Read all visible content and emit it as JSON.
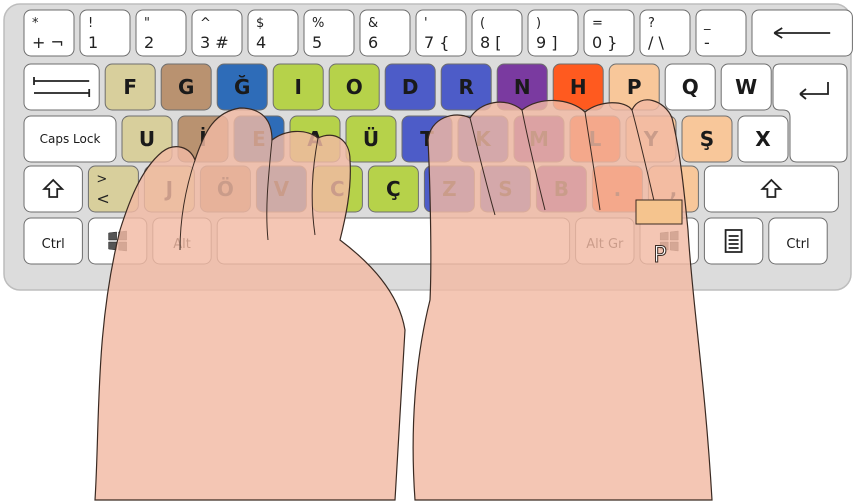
{
  "colors": {
    "board": "#dcdcdc",
    "key": "#ffffff",
    "key_border": "#6e6e6e",
    "skin": "#f2b9a3",
    "skin_outline": "#3a2a22"
  },
  "rows": [
    {
      "keys": [
        {
          "top": "*",
          "bottom": "+ ¬",
          "label": "",
          "w": 1
        },
        {
          "top": "!",
          "bottom": "1",
          "label": "",
          "w": 1
        },
        {
          "top": "\"",
          "bottom": "2",
          "label": "",
          "w": 1
        },
        {
          "top": "^",
          "bottom": "3 #",
          "label": "",
          "w": 1
        },
        {
          "top": "$",
          "bottom": "4",
          "label": "",
          "w": 1
        },
        {
          "top": "%",
          "bottom": "5",
          "label": "",
          "w": 1
        },
        {
          "top": "&",
          "bottom": "6",
          "label": "",
          "w": 1
        },
        {
          "top": "'",
          "bottom": "7 {",
          "label": "",
          "w": 1
        },
        {
          "top": "(",
          "bottom": "8 [",
          "label": "",
          "w": 1
        },
        {
          "top": ")",
          "bottom": "9 ]",
          "label": "",
          "w": 1
        },
        {
          "top": "=",
          "bottom": "0 }",
          "label": "",
          "w": 1
        },
        {
          "top": "?",
          "bottom": "/ \\",
          "label": "",
          "w": 1
        },
        {
          "top": "_",
          "bottom": "-",
          "label": "",
          "w": 1
        },
        {
          "icon": "backspace-icon",
          "label": "",
          "w": 1.9
        }
      ]
    },
    {
      "keys": [
        {
          "icon": "tab-icon",
          "label": "",
          "w": 1.45,
          "color": "#ffffff"
        },
        {
          "label": "F",
          "color": "#d8cf9c"
        },
        {
          "label": "G",
          "color": "#b99270"
        },
        {
          "label": "Ğ",
          "color": "#2e6cb8"
        },
        {
          "label": "I",
          "color": "#b6d24a"
        },
        {
          "label": "O",
          "color": "#b6d24a"
        },
        {
          "label": "D",
          "color": "#4d5cc8"
        },
        {
          "label": "R",
          "color": "#4d5cc8"
        },
        {
          "label": "N",
          "color": "#7a3aa0"
        },
        {
          "label": "H",
          "color": "#ff5a1f"
        },
        {
          "label": "P",
          "color": "#f8c79a"
        },
        {
          "label": "Q",
          "color": "#ffffff"
        },
        {
          "label": "W",
          "color": "#ffffff"
        }
      ]
    },
    {
      "keys": [
        {
          "label": "Caps Lock",
          "w": 1.75,
          "small": true
        },
        {
          "label": "U",
          "color": "#d8cf9c"
        },
        {
          "label": "İ",
          "color": "#b99270"
        },
        {
          "label": "E",
          "color": "#2e6cb8"
        },
        {
          "label": "A",
          "color": "#b6d24a"
        },
        {
          "label": "Ü",
          "color": "#b6d24a"
        },
        {
          "label": "T",
          "color": "#4d5cc8"
        },
        {
          "label": "K",
          "color": "#4d5cc8"
        },
        {
          "label": "M",
          "color": "#7a3aa0"
        },
        {
          "label": "L",
          "color": "#ff5a1f"
        },
        {
          "label": "Y",
          "color": "#f8c79a"
        },
        {
          "label": "Ş",
          "color": "#f8c79a"
        },
        {
          "label": "X",
          "color": "#ffffff"
        }
      ]
    },
    {
      "keys": [
        {
          "icon": "shift-icon",
          "label": "",
          "w": 1.15
        },
        {
          "top": ">",
          "bottom": "<",
          "label": "",
          "color": "#d8cf9c"
        },
        {
          "label": "J",
          "color": "#d8cf9c"
        },
        {
          "label": "Ö",
          "color": "#b99270"
        },
        {
          "label": "V",
          "color": "#2e6cb8"
        },
        {
          "label": "C",
          "color": "#b6d24a"
        },
        {
          "label": "Ç",
          "color": "#b6d24a"
        },
        {
          "label": "Z",
          "color": "#4d5cc8"
        },
        {
          "label": "S",
          "color": "#4d5cc8"
        },
        {
          "label": "B",
          "color": "#7a3aa0"
        },
        {
          "label": ".",
          "color": "#ff5a1f"
        },
        {
          "label": ",",
          "color": "#f8c79a"
        },
        {
          "icon": "shift-icon",
          "label": "",
          "w": 2.5
        }
      ]
    },
    {
      "keys": [
        {
          "label": "Ctrl",
          "w": 1.15
        },
        {
          "icon": "windows-icon",
          "label": "",
          "w": 1.15
        },
        {
          "label": "Alt",
          "w": 1.15
        },
        {
          "label": "",
          "w": 6.4,
          "name": "spacebar"
        },
        {
          "label": "Alt Gr",
          "w": 1.15
        },
        {
          "icon": "windows-icon",
          "label": "",
          "w": 1.15
        },
        {
          "icon": "menu-icon",
          "label": "",
          "w": 1.15
        },
        {
          "label": "Ctrl",
          "w": 1.15
        }
      ]
    }
  ],
  "highlight": {
    "letter": "P",
    "finger": "right little finger"
  }
}
